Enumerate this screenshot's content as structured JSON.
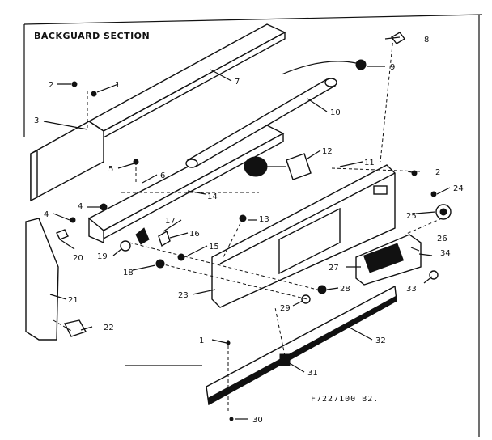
{
  "title": "BACKGUARD SECTION",
  "drawing_code": "F7227100 B2.",
  "callouts": {
    "c1a": "1",
    "c1b": "1",
    "c2a": "2",
    "c2b": "2",
    "c3": "3",
    "c4a": "4",
    "c4b": "4",
    "c5": "5",
    "c6": "6",
    "c7": "7",
    "c8": "8",
    "c9": "9",
    "c10": "10",
    "c11": "11",
    "c12": "12",
    "c13": "13",
    "c14": "14",
    "c15": "15",
    "c16": "16",
    "c17": "17",
    "c18": "18",
    "c19": "19",
    "c20": "20",
    "c21": "21",
    "c22": "22",
    "c23": "23",
    "c24": "24",
    "c25": "25",
    "c26": "26",
    "c27": "27",
    "c28": "28",
    "c29": "29",
    "c30": "30",
    "c31": "31",
    "c32": "32",
    "c33": "33",
    "c34": "34"
  }
}
